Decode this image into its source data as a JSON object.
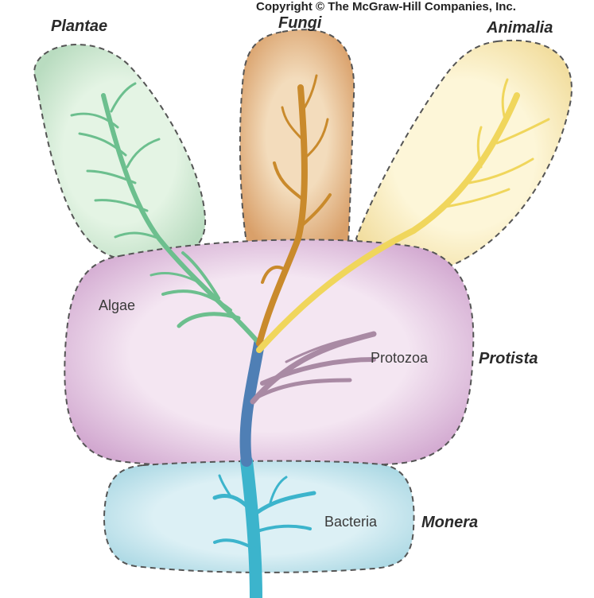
{
  "copyright": "Copyright © The McGraw-Hill Companies, Inc.",
  "kingdoms": {
    "plantae": "Plantae",
    "fungi": "Fungi",
    "animalia": "Animalia",
    "protista": "Protista",
    "monera": "Monera"
  },
  "groups": {
    "algae": "Algae",
    "protozoa": "Protozoa",
    "bacteria": "Bacteria"
  },
  "colors": {
    "plantae_fill": "#dcefdc",
    "fungi_fill": "#edc9a0",
    "animalia_fill": "#fbf0c8",
    "protista_fill": "#ebd3ea",
    "monera_fill": "#cde9ef",
    "plant_branch": "#6cbf8e",
    "fungi_branch": "#c98a2c",
    "animal_branch": "#f0d65c",
    "protozoa_branch": "#a98aa4",
    "trunk_blue": "#4f7fb5",
    "bacteria_branch": "#3cb4cc",
    "dashed_border": "#555555"
  }
}
